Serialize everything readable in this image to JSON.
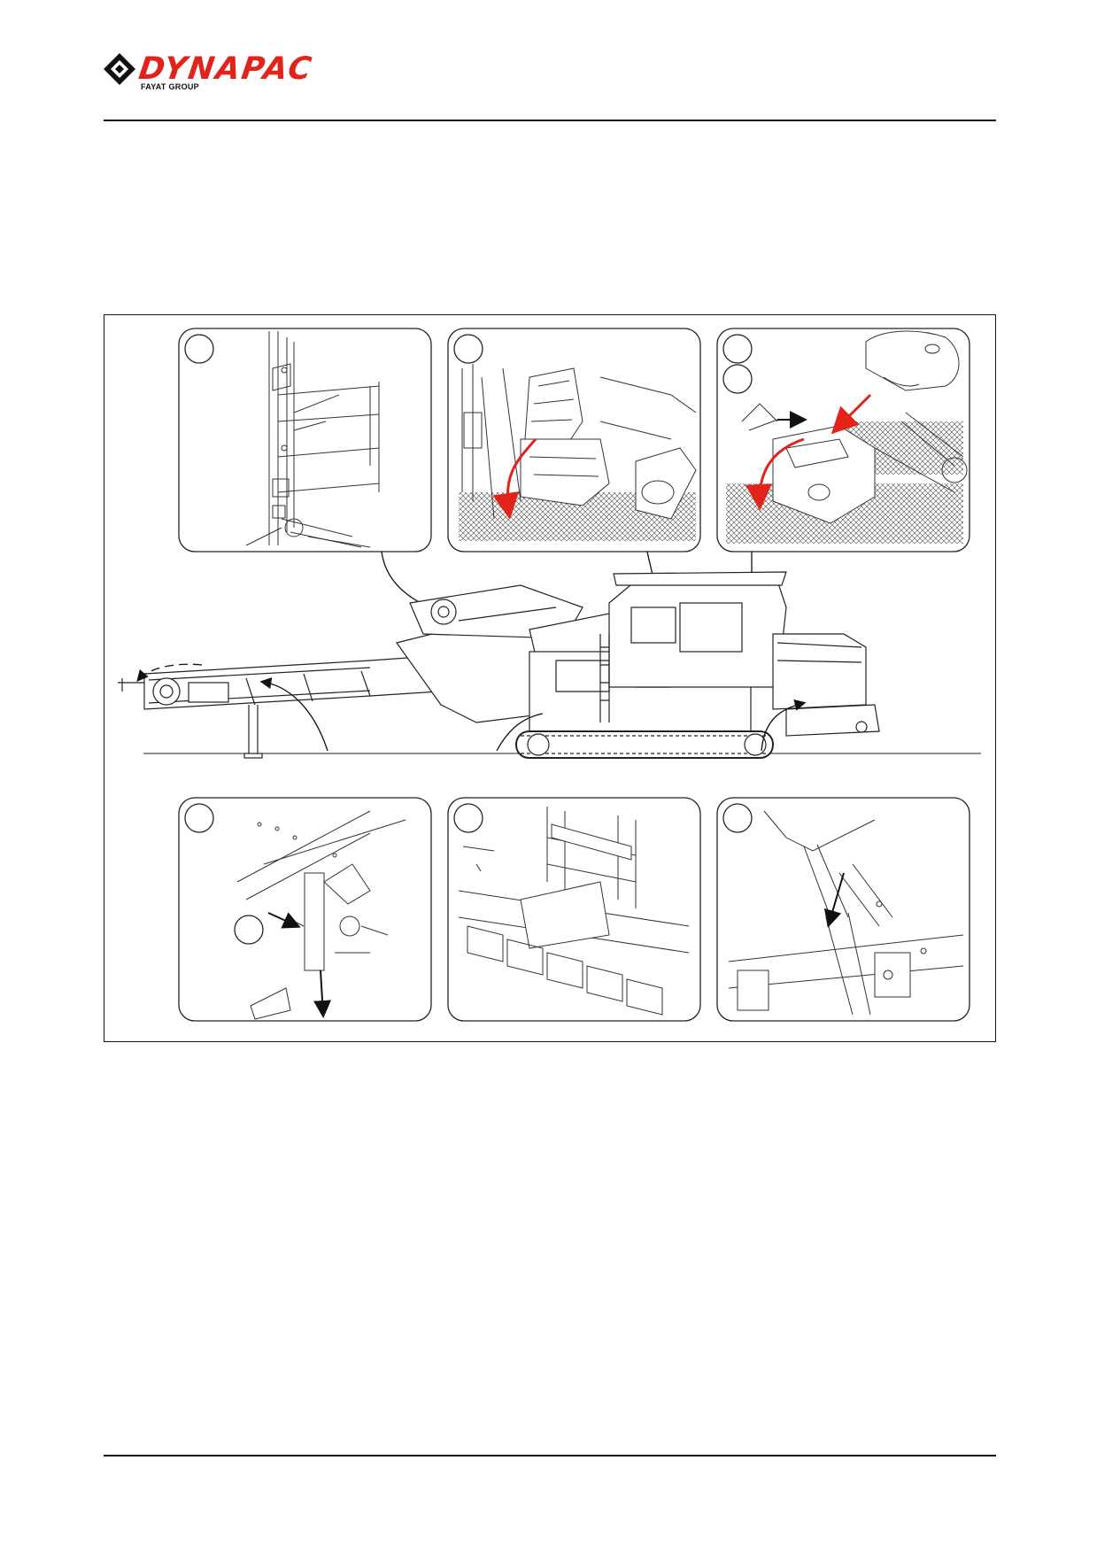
{
  "header": {
    "brand_name": "DYNAPAC",
    "brand_tagline": "FAYAT GROUP",
    "brand_color": "#e2231a"
  },
  "figure": {
    "callout_count": 6,
    "arrow_color": "#e2231a"
  }
}
